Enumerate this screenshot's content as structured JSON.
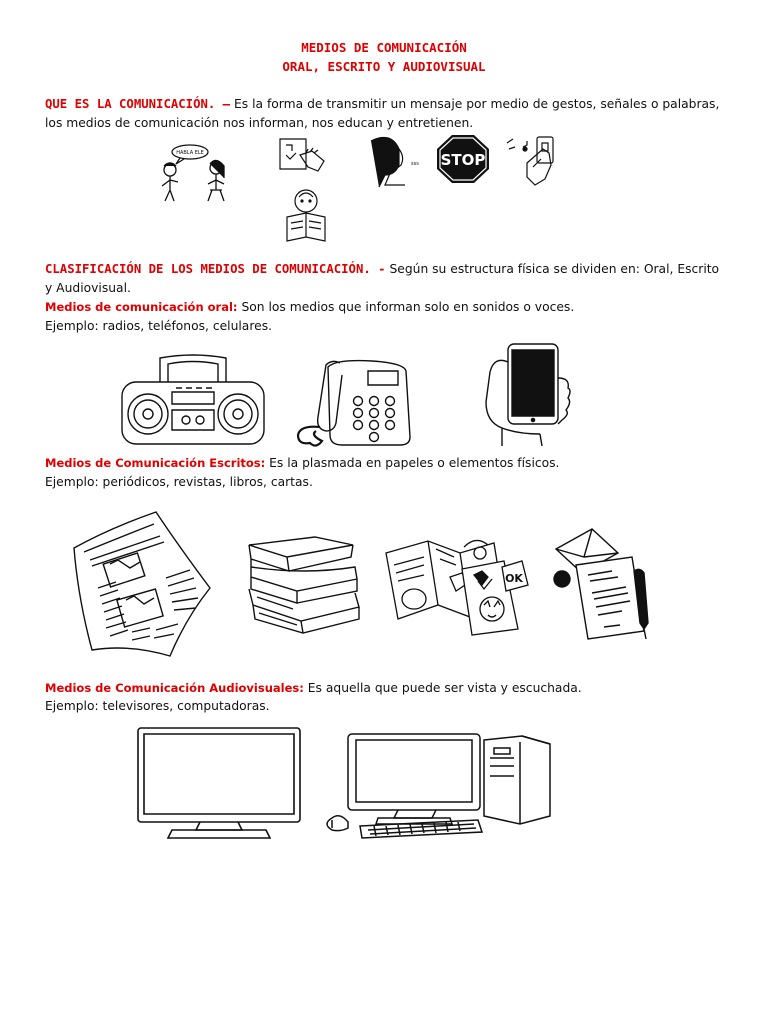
{
  "document": {
    "title_line1": "MEDIOS DE COMUNICACIÓN",
    "title_line2": "ORAL, ESCRITO Y AUDIOVISUAL"
  },
  "sections": {
    "que_es": {
      "heading": "QUE ES LA COMUNICACIÓN. –",
      "text": " Es la forma de transmitir un mensaje por medio de gestos, señales o palabras, los medios de comunicación nos informan, nos educan y entretienen."
    },
    "clasificacion": {
      "heading": "CLASIFICACIÓN DE LOS MEDIOS DE COMUNICACIÓN. -",
      "text": " Según su estructura física se dividen en: Oral, Escrito y Audiovisual."
    },
    "oral": {
      "heading": "Medios de comunicación oral:",
      "text": "  Son los medios que informan solo en sonidos o voces.",
      "example": "Ejemplo: radios, teléfonos, celulares."
    },
    "escritos": {
      "heading": "Medios de Comunicación Escritos:",
      "text": " Es la plasmada en papeles o elementos físicos.",
      "example": "Ejemplo: periódicos, revistas, libros, cartas."
    },
    "audiovisuales": {
      "heading": "Medios de Comunicación Audiovisuales:",
      "text": " Es aquella que puede ser vista y escuchada.",
      "example": "Ejemplo: televisores, computadoras."
    }
  },
  "illustrations": {
    "speech_bubble_text": "HABLA ELE",
    "stop_sign_text": "STOP",
    "magazine_badge_text": "OK",
    "icons": [
      "people-talking-icon",
      "sign-language-icon",
      "whisper-icon",
      "stop-sign-icon",
      "doorbell-icon",
      "child-reading-icon",
      "radio-icon",
      "telephone-icon",
      "cellphone-icon",
      "newspaper-icon",
      "books-icon",
      "magazines-icon",
      "letter-icon",
      "television-icon",
      "computer-icon"
    ]
  }
}
